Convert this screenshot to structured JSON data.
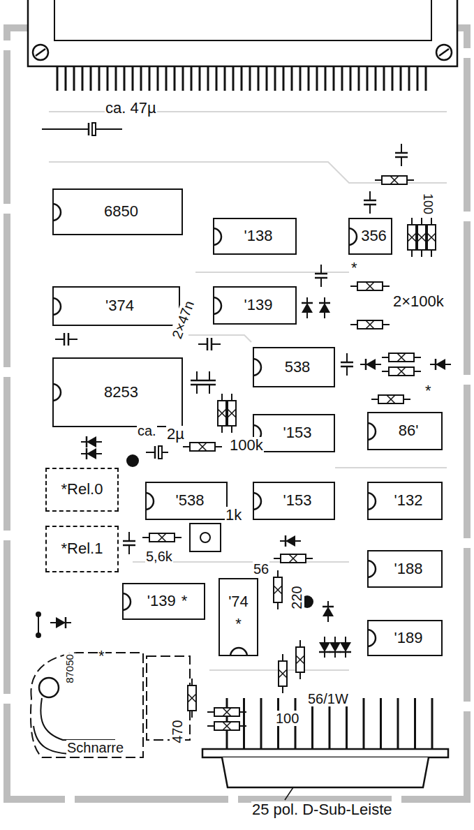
{
  "diagram": {
    "nodes": [
      {
        "text": [
          "6850"
        ]
      },
      {
        "text": [
          "'138"
        ]
      },
      {
        "text": [
          "356"
        ]
      },
      {
        "text": [
          "'374"
        ]
      },
      {
        "text": [
          "'139"
        ]
      },
      {
        "text": [
          "538"
        ]
      },
      {
        "text": [
          "8253"
        ]
      },
      {
        "text": [
          "'153"
        ]
      },
      {
        "text": [
          "86'"
        ]
      },
      {
        "text": [
          "*Rel.0"
        ]
      },
      {
        "text": [
          "'538"
        ]
      },
      {
        "text": [
          "'153"
        ]
      },
      {
        "text": [
          "'132"
        ]
      },
      {
        "text": [
          "*Rel.1"
        ]
      },
      {
        "text": [
          "'188"
        ]
      },
      {
        "text": [
          "'139",
          "*"
        ]
      },
      {
        "text": [
          "'74",
          "*"
        ]
      },
      {
        "text": [
          "'189"
        ]
      }
    ],
    "labels": [
      "ca. 47µ",
      "2×47n",
      "ca.",
      "2µ",
      "100k",
      "1k",
      "5,6k",
      "56",
      "220",
      "56/1W",
      "100",
      "470",
      "100",
      "2×100k",
      "*",
      "*",
      "*",
      "87050",
      "Schnarre",
      "25 pol. D-Sub-Leiste"
    ]
  }
}
